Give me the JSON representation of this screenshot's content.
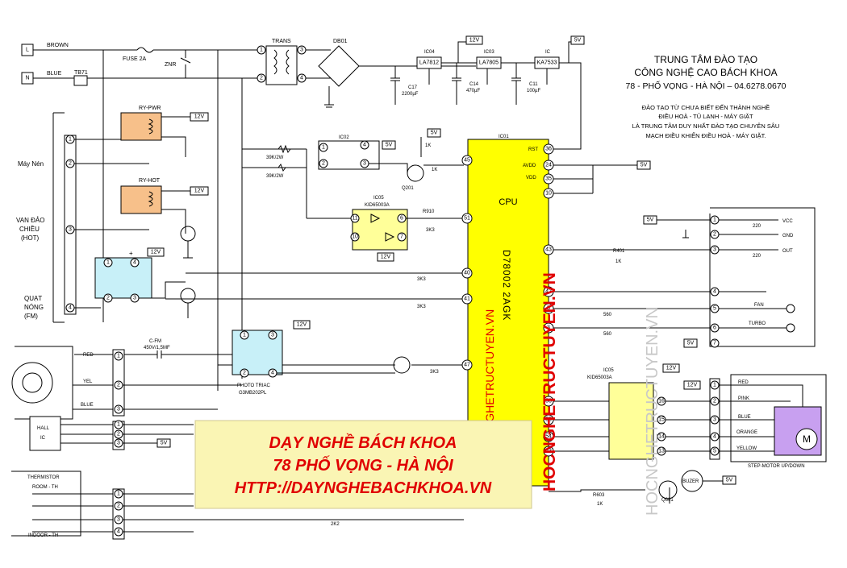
{
  "inputs": {
    "l": "L",
    "n": "N",
    "brown": "BROWN",
    "blue": "BLUE",
    "tb": "TB71"
  },
  "power": {
    "fuse": "FUSE 2A",
    "znr": "ZNR",
    "trans": "TRANS",
    "db": "DB01",
    "ic04": "IC04",
    "ic04_part": "LA7812",
    "ic03": "IC03",
    "ic03_part": "LA7805",
    "ic": "IC",
    "ic_part": "KA7533",
    "c17": "C17",
    "c17_val": "2200µF",
    "c14": "C14",
    "c14_val": "470µF",
    "c11": "C11",
    "c11_val": "100µF",
    "v12": "12V",
    "v5": "5V"
  },
  "header": {
    "l1": "TRUNG TÂM ĐÀO TẠO",
    "l2": "CÔNG NGHỆ CAO BÁCH KHOA",
    "l3": "78 - PHỐ VỌNG - HÀ NỘI – 04.6278.0670",
    "l4": "ĐÀO TẠO TỪ CHƯA BIẾT ĐẾN THÀNH NGHỀ",
    "l5": "ĐIỀU HOÀ - TỦ LẠNH - MÁY GIẶT",
    "l6": "LÀ TRUNG TÂM DUY NHẤT ĐÀO TẠO CHUYÊN SÂU",
    "l7": "MẠCH ĐIỀU KHIỂN ĐIỀU HOÀ - MÁY GIẶT."
  },
  "relays": {
    "pwr": "RY-PWR",
    "hot": "RY-HOT"
  },
  "left_labels": {
    "may_nen": "Máy Nén",
    "van1": "VAN ĐẢO",
    "van2": "CHIỀU",
    "van3": "(HOT)",
    "quat1": "QUẠT",
    "quat2": "NÓNG",
    "quat3": "(FM)",
    "red": "RED",
    "yel": "YEL",
    "blue": "BLUE",
    "hall1": "HALL",
    "hall2": "IC",
    "thermistor": "THERMISTOR",
    "room": "ROOM - TH",
    "indoor": "INDOOR - TH"
  },
  "parts": {
    "r1": "39K/2W",
    "r2": "39K/2W",
    "ic02": "IC02",
    "r1k": "1K",
    "r1k2": "1K",
    "q201": "Q201",
    "ic05": "IC05",
    "kid": "KID65003A",
    "r910": "R910",
    "r3k3": "3K3",
    "r3k3b": "3K3",
    "r3k3c": "3K3",
    "r3k3d": "3K3",
    "r3k3e": "3K3",
    "cfm": "C-FM",
    "cfm_val": "450V/1,5MF",
    "photo1": "PHOTO TRIAC",
    "photo2": "G3MB202PL",
    "r401": "R401",
    "r401v": "1K",
    "r220a": "220",
    "r220b": "220",
    "r560a": "560",
    "r560b": "560",
    "r603": "R603",
    "r603v": "1K",
    "q601": "Q601",
    "buzer": "BUZER",
    "r2k2": "2K2"
  },
  "cpu": {
    "ic01": "IC01",
    "label": "CPU",
    "part": "D78002 2AGK",
    "rst": "RST",
    "avdd": "AVDD",
    "vdd": "VDD"
  },
  "right": {
    "vcc": "VCC",
    "gnd": "GND",
    "out": "OUT",
    "fan": "FAN",
    "turbo": "TURBO",
    "red": "RED",
    "pink": "PINK",
    "blue": "BLUE",
    "orange": "ORANGE",
    "yellow": "YELLOW",
    "motor": "M",
    "step": "STEP-MOTOR UP/DOWN",
    "ic05b": "IC05",
    "kid2": "KID65003A"
  },
  "banner": {
    "l1": "DẠY NGHỀ BÁCH KHOA",
    "l2": "78 PHỐ VỌNG  - HÀ NỘI",
    "l3": "HTTP://DAYNGHEBACHKHOA.VN"
  },
  "watermarks": {
    "red": "HOCNGHETRUCTUYEN.VN",
    "grey": "HOCNGHETRUCTUYEN.VN"
  },
  "colors": {
    "cpu": "#ffff00",
    "relay": "#f7c08a",
    "ic_yellow": "#ffff99",
    "photo": "#c8f0f8",
    "banner": "#faf5b4",
    "banner_text": "#e00000",
    "purple": "#c8a0f0"
  }
}
